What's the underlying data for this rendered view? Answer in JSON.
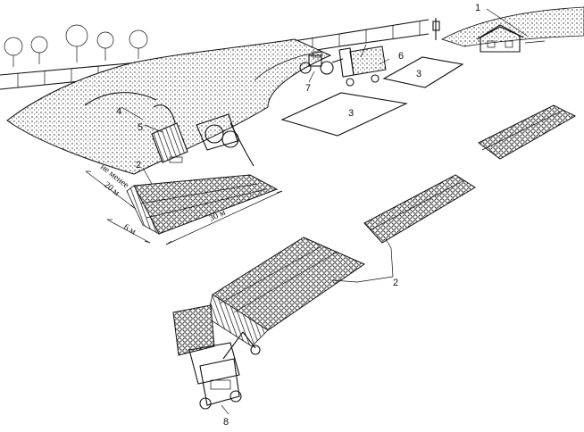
{
  "callouts": {
    "c1": "1",
    "c2a": "2",
    "c2b": "2",
    "c3a": "3",
    "c3b": "3",
    "c4": "4",
    "c5": "5",
    "c6": "6",
    "c7": "7",
    "c8": "8"
  },
  "dimensions": {
    "min_distance": "не менее",
    "min_distance_value": "20 м",
    "stack_width": "6 м",
    "stack_length": "30 м"
  }
}
